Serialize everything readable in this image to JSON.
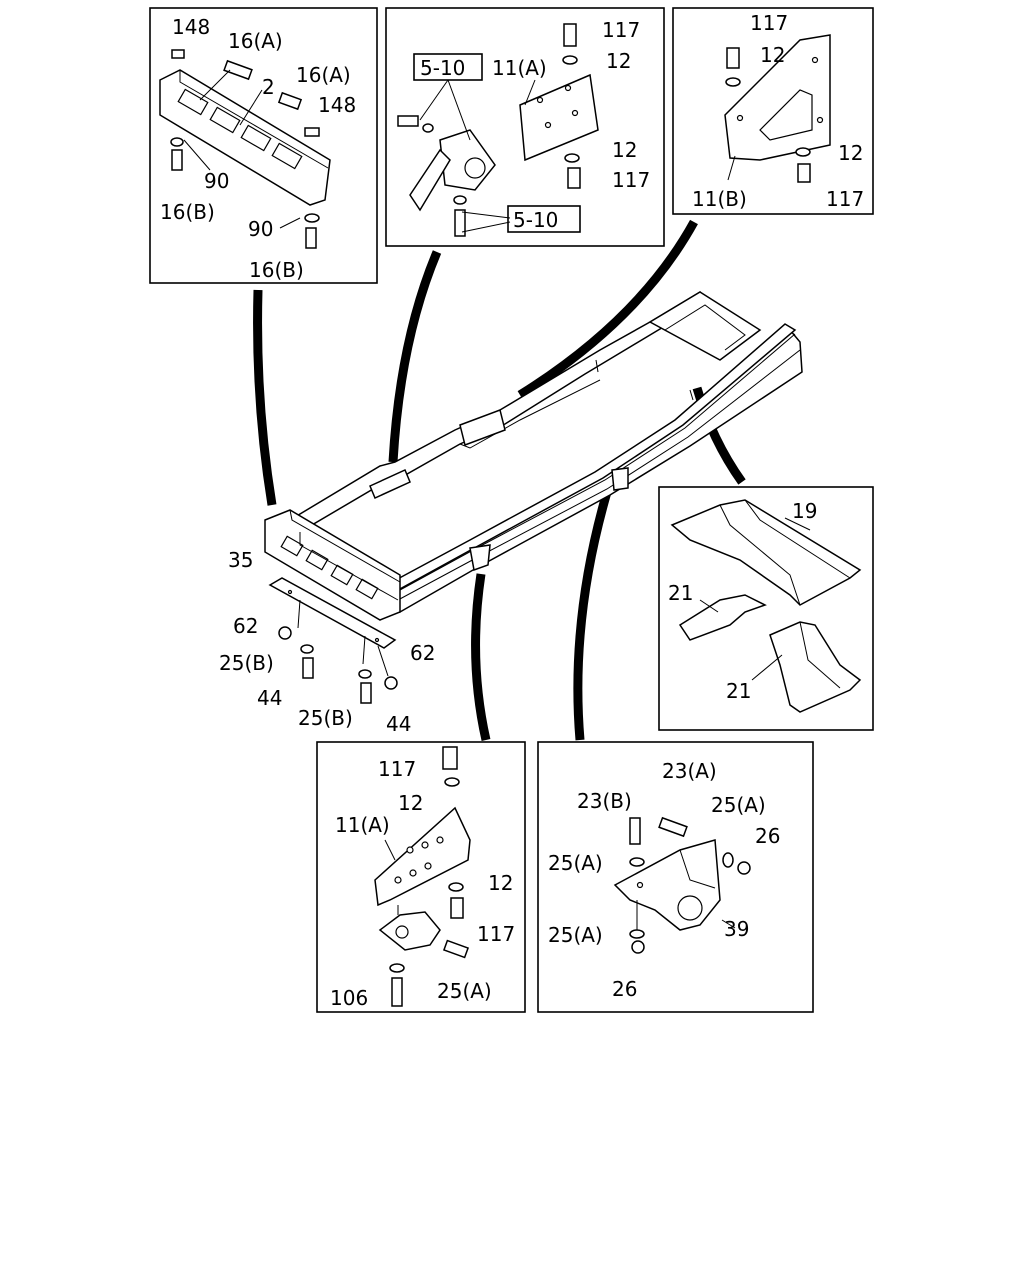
{
  "labels": {
    "tl_148a": "148",
    "tl_16a1": "16(A)",
    "tl_2": "2",
    "tl_16a2": "16(A)",
    "tl_148b": "148",
    "tl_90a": "90",
    "tl_16b1": "16(B)",
    "tl_90b": "90",
    "tl_16b2": "16(B)",
    "tc_510a": "5-10",
    "tc_117a": "117",
    "tc_11a": "11(A)",
    "tc_12a": "12",
    "tc_12b": "12",
    "tc_117b": "117",
    "tc_510b": "5-10",
    "tr_117a": "117",
    "tr_12a": "12",
    "tr_12b": "12",
    "tr_11b": "11(B)",
    "tr_117b": "117",
    "m_35": "35",
    "m_62a": "62",
    "m_25ba": "25(B)",
    "m_62b": "62",
    "m_44a": "44",
    "m_25bb": "25(B)",
    "m_44b": "44",
    "r_19": "19",
    "r_21a": "21",
    "r_21b": "21",
    "bl_117a": "117",
    "bl_12a": "12",
    "bl_11a": "11(A)",
    "bl_12b": "12",
    "bl_117b": "117",
    "bl_106": "106",
    "bl_25a": "25(A)",
    "br_23a": "23(A)",
    "br_23b": "23(B)",
    "br_25a1": "25(A)",
    "br_26a": "26",
    "br_25a2": "25(A)",
    "br_39": "39",
    "br_25a3": "25(A)",
    "br_26b": "26"
  }
}
